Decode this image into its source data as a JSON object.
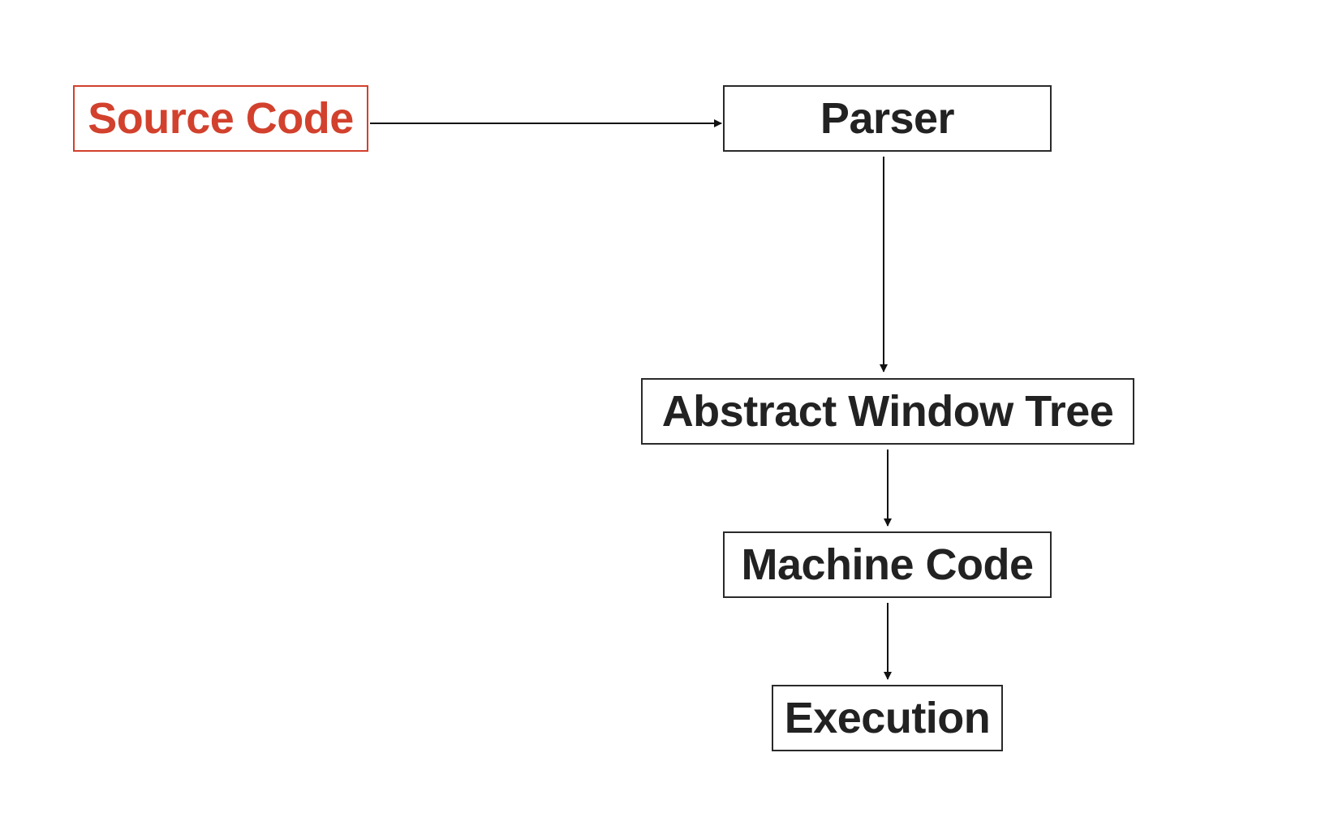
{
  "diagram": {
    "nodes": [
      {
        "id": "source",
        "label": "Source Code",
        "highlight": true
      },
      {
        "id": "parser",
        "label": "Parser",
        "highlight": false
      },
      {
        "id": "awt",
        "label": "Abstract Window Tree",
        "highlight": false
      },
      {
        "id": "machine",
        "label": "Machine Code",
        "highlight": false
      },
      {
        "id": "exec",
        "label": "Execution",
        "highlight": false
      }
    ],
    "edges": [
      {
        "from": "source",
        "to": "parser"
      },
      {
        "from": "parser",
        "to": "awt"
      },
      {
        "from": "awt",
        "to": "machine"
      },
      {
        "from": "machine",
        "to": "exec"
      }
    ],
    "colors": {
      "highlight": "#d2412d",
      "default": "#222222",
      "edge": "#111111",
      "background": "#ffffff"
    }
  }
}
